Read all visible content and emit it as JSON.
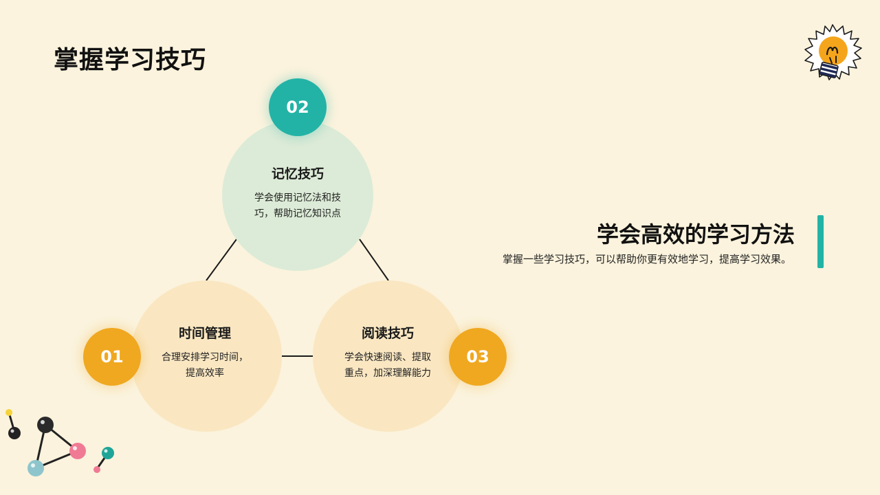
{
  "slide": {
    "title": "掌握学习技巧"
  },
  "nodes": {
    "memory": {
      "number": "02",
      "heading": "记忆技巧",
      "desc_line1": "学会使用记忆法和技",
      "desc_line2": "巧，帮助记忆知识点"
    },
    "time": {
      "number": "01",
      "heading": "时间管理",
      "desc_line1": "合理安排学习时间，",
      "desc_line2": "提高效率"
    },
    "reading": {
      "number": "03",
      "heading": "阅读技巧",
      "desc_line1": "学会快速阅读、提取",
      "desc_line2": "重点，加深理解能力"
    }
  },
  "summary": {
    "title": "学会高效的学习方法",
    "subtitle": "掌握一些学习技巧，可以帮助你更有效地学习，提高学习效果。"
  },
  "decorations": {
    "top_right": "lightbulb-icon",
    "bottom_left": "molecule-icon"
  },
  "colors": {
    "background": "#FBF3DD",
    "teal": "#23B3A6",
    "orange": "#F0A820",
    "mint_circle": "#DCEBD7",
    "peach_circle": "#FAE7C2"
  }
}
